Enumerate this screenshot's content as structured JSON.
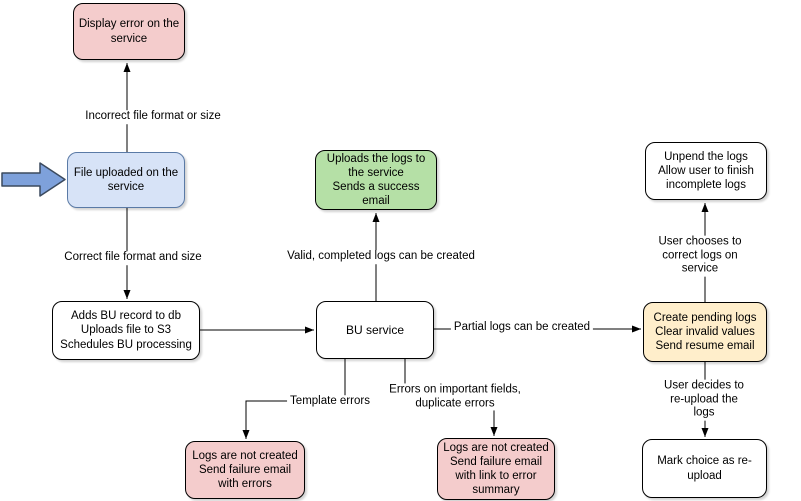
{
  "diagram": {
    "type": "flowchart",
    "nodes": {
      "display_error": {
        "label": "Display error on the\nservice",
        "fill": "#f4cccc"
      },
      "file_uploaded": {
        "label": "File uploaded on the\nservice",
        "fill": "#d7e3f7"
      },
      "adds_bu_record": {
        "label": "Adds BU record to db\nUploads file to S3\nSchedules BU processing",
        "fill": "#ffffff"
      },
      "uploads_logs": {
        "label": "Uploads the logs to\nthe service\nSends a success\nemail",
        "fill": "#b5e0a6"
      },
      "bu_service": {
        "label": "BU service",
        "fill": "#ffffff"
      },
      "create_pending": {
        "label": "Create pending logs\nClear invalid values\nSend resume email",
        "fill": "#ffeecb"
      },
      "unpend_logs": {
        "label": "Unpend the logs\nAllow user to finish\nincomplete logs",
        "fill": "#ffffff"
      },
      "mark_reupload": {
        "label": "Mark choice as re-\nupload",
        "fill": "#ffffff"
      },
      "logs_not_created_errors": {
        "label": "Logs are not created\nSend failure email\nwith errors",
        "fill": "#f4cccc"
      },
      "logs_not_created_summary": {
        "label": "Logs are not created\nSend failure email\nwith link to error\nsummary",
        "fill": "#f4cccc"
      }
    },
    "edge_labels": {
      "incorrect_format": "Incorrect file format or size",
      "correct_format": "Correct file format and size",
      "valid_completed": "Valid, completed logs can be created",
      "partial_logs": "Partial logs can be created",
      "template_errors": "Template errors",
      "important_fields": "Errors on important fields,\nduplicate errors",
      "user_chooses": "User chooses to correct logs on service",
      "user_decides": "User decides to re-upload the logs"
    },
    "colors": {
      "pink_fill": "#f4cccc",
      "blue_fill": "#d7e3f7",
      "blue_stroke": "#5a7aa6",
      "green_fill": "#b5e0a6",
      "yellow_fill": "#ffeecb",
      "node_stroke": "#000000",
      "line_stroke": "#000000",
      "entry_arrow_fill": "#7ea1db",
      "entry_arrow_stroke": "#3b4a5e"
    }
  }
}
